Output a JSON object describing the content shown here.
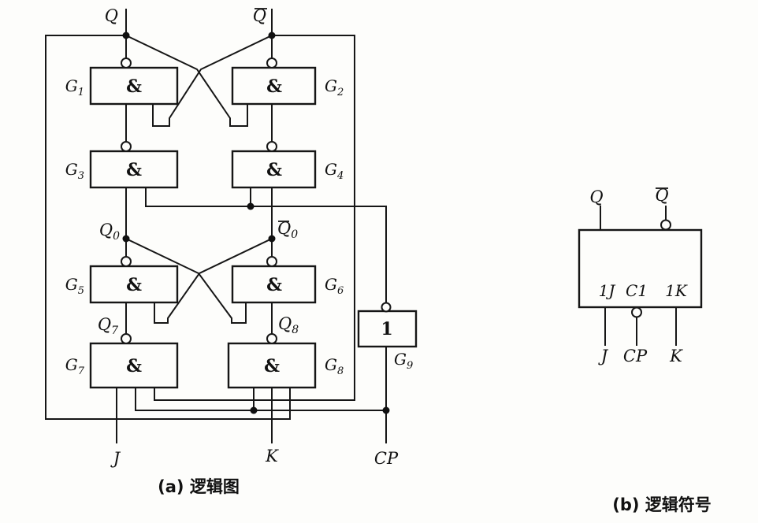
{
  "figure": {
    "caption_a": "(a) 逻辑图",
    "caption_b": "(b) 逻辑符号"
  },
  "diagram": {
    "gates": [
      {
        "prefix": "G",
        "sub": "1",
        "symbol": "&"
      },
      {
        "prefix": "G",
        "sub": "2",
        "symbol": "&"
      },
      {
        "prefix": "G",
        "sub": "3",
        "symbol": "&"
      },
      {
        "prefix": "G",
        "sub": "4",
        "symbol": "&"
      },
      {
        "prefix": "G",
        "sub": "5",
        "symbol": "&"
      },
      {
        "prefix": "G",
        "sub": "6",
        "symbol": "&"
      },
      {
        "prefix": "G",
        "sub": "7",
        "symbol": "&"
      },
      {
        "prefix": "G",
        "sub": "8",
        "symbol": "&"
      },
      {
        "prefix": "G",
        "sub": "9",
        "symbol": "1"
      }
    ],
    "signals": {
      "q": "Q",
      "qbar": "Q",
      "q0_prefix": "Q",
      "q0_sub": "0",
      "qbar0_prefix": "Q",
      "qbar0_sub": "0",
      "q7_prefix": "Q",
      "q7_sub": "7",
      "q8_prefix": "Q",
      "q8_sub": "8",
      "j": "J",
      "k": "K",
      "cp": "CP"
    }
  },
  "symbol": {
    "q": "Q",
    "qbar": "Q",
    "pins_inside": {
      "j": "1J",
      "c": "C1",
      "k": "1K"
    },
    "pins_below": {
      "j": "J",
      "cp": "CP",
      "k": "K"
    }
  }
}
